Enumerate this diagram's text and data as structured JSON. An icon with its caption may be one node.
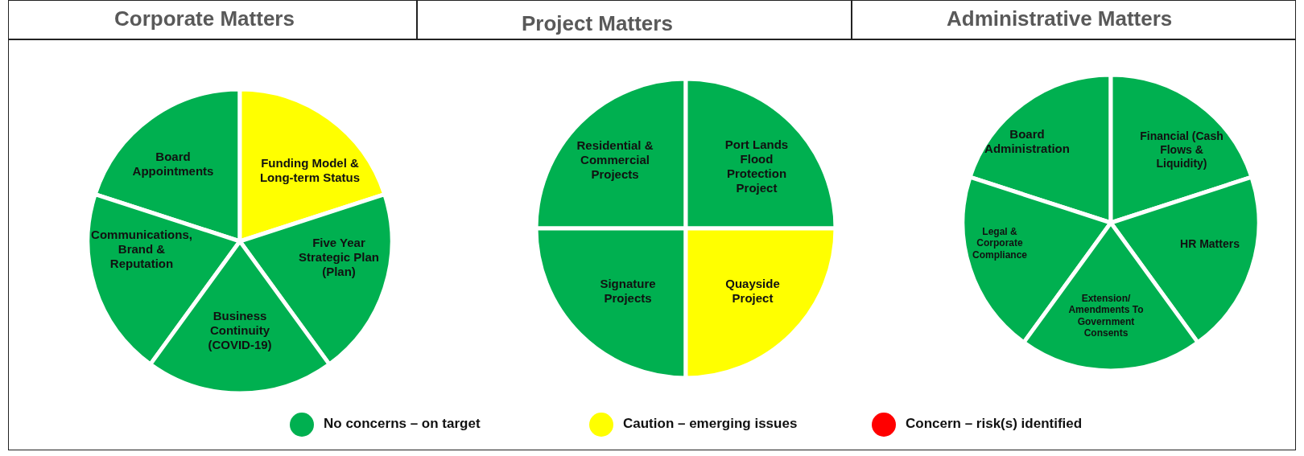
{
  "diagram": {
    "nodes": [
      {
        "text": [
          "Board Appointments"
        ]
      },
      {
        "text": [
          "Funding Model & Long-term Status"
        ]
      },
      {
        "text": [
          "Communications, Brand & Reputation"
        ]
      },
      {
        "text": [
          "Five Year Strategic Plan (Plan)"
        ]
      },
      {
        "text": [
          "Business Continuity (COVID-19)"
        ]
      },
      {
        "text": [
          "Residential & Commercial Projects"
        ]
      },
      {
        "text": [
          "Port Lands Flood Protection Project"
        ]
      },
      {
        "text": [
          "Signature Projects"
        ]
      },
      {
        "text": [
          "Quayside Project"
        ]
      },
      {
        "text": [
          "Board Administration"
        ]
      },
      {
        "text": [
          "Financial (Cash Flows & Liquidity)"
        ]
      },
      {
        "text": [
          "Legal & Corporate Compliance"
        ]
      },
      {
        "text": [
          "HR Matters"
        ]
      },
      {
        "text": [
          "Extension/ Amendments To Government Consents"
        ]
      }
    ],
    "labels": [
      "Corporate Matters",
      "Project Matters",
      "Administrative Matters"
    ],
    "legend": [
      {
        "text": "No concerns – on target",
        "color": "#00b050"
      },
      {
        "text": "Caution – emerging issues",
        "color": "#ffff00"
      },
      {
        "text": "Concern – risk(s) identified",
        "color": "#ff0000"
      }
    ]
  }
}
